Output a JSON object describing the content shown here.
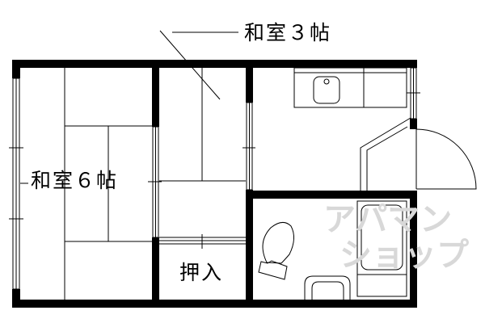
{
  "rooms": {
    "washitsu_6": "和室６帖",
    "washitsu_3": "和室３帖",
    "closet": "押入"
  },
  "watermark": {
    "line1": "アパマン",
    "line2": "ショップ"
  },
  "colors": {
    "wall": "#000000",
    "watermark": "#d8d8d8"
  }
}
